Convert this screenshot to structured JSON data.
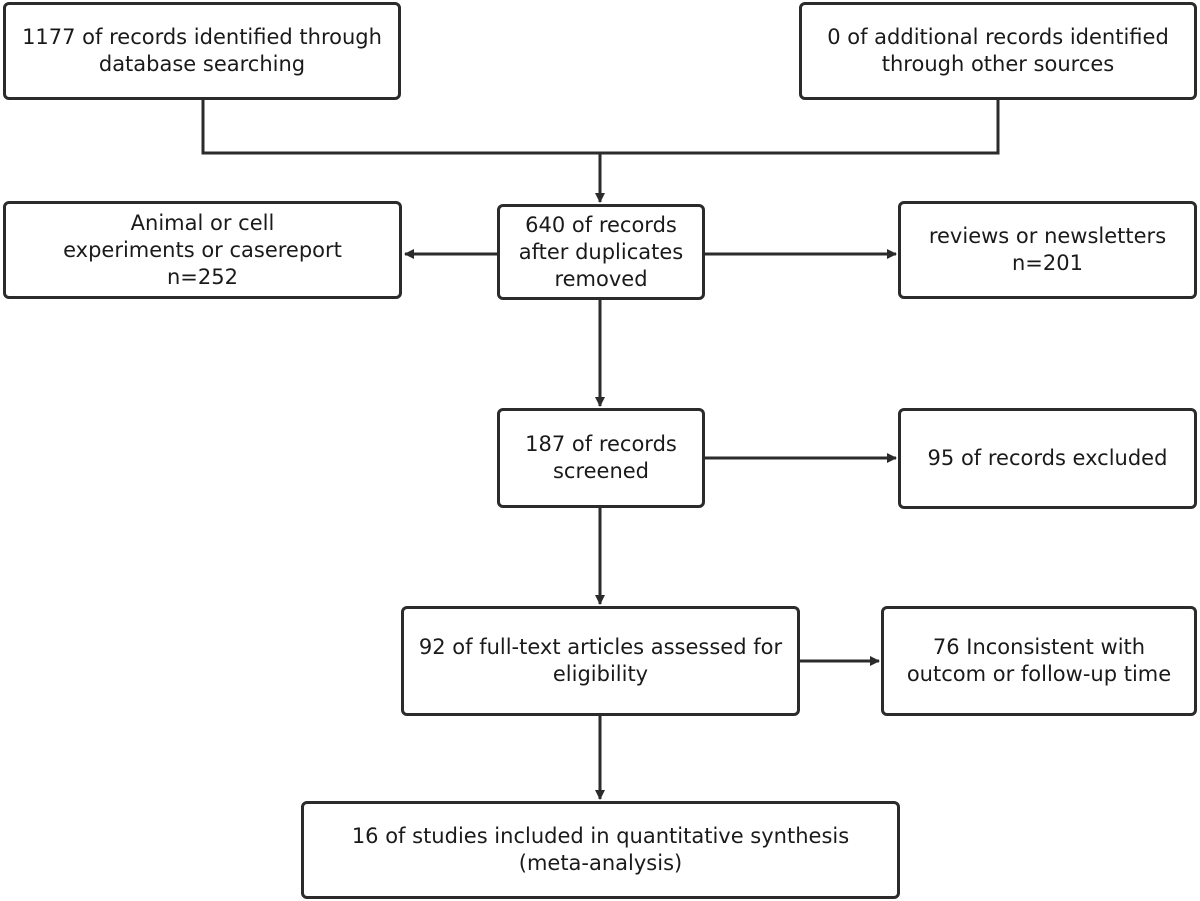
{
  "colors": {
    "stroke": "#2b2b2b",
    "text": "#1a1a1a",
    "background": "#ffffff"
  },
  "boxes": {
    "database_search": {
      "lines": [
        "1177 of records identified through",
        "database searching"
      ]
    },
    "other_sources": {
      "lines": [
        "0 of additional records identified",
        "through other sources"
      ]
    },
    "after_duplicates": {
      "lines": [
        "640 of records",
        "after duplicates",
        "removed"
      ]
    },
    "animal_cell": {
      "lines": [
        "Animal or cell",
        "experiments or casereport",
        "n=252"
      ]
    },
    "reviews": {
      "lines": [
        "reviews or newsletters",
        "n=201"
      ]
    },
    "screened": {
      "lines": [
        "187 of records",
        "screened"
      ]
    },
    "excluded": {
      "lines": [
        "95 of records excluded"
      ]
    },
    "full_text": {
      "lines": [
        "92 of full-text articles assessed for",
        "eligibility"
      ]
    },
    "inconsistent": {
      "lines": [
        "76 Inconsistent with",
        "outcom or follow-up time"
      ]
    },
    "included": {
      "lines": [
        "16 of studies included in quantitative synthesis",
        "(meta-analysis)"
      ]
    }
  }
}
